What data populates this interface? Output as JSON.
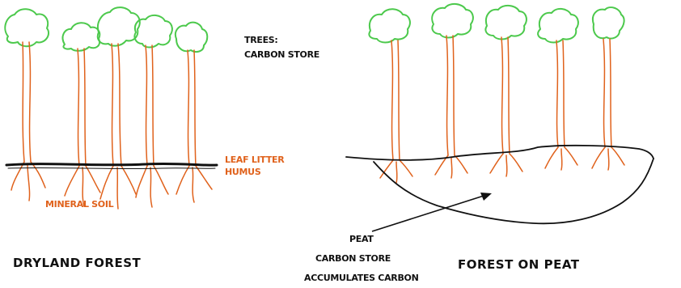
{
  "labels": {
    "trees": "TREES:",
    "trees_carbon": "CARBON STORE",
    "leaf_litter": "LEAF LITTER",
    "humus": "HUMUS",
    "mineral_soil": "MINERAL SOIL",
    "peat": "PEAT",
    "peat_carbon_store": "CARBON STORE",
    "accumulates": "ACCUMULATES CARBON",
    "dryland": "DRYLAND FOREST",
    "forest_on_peat": "FOREST ON PEAT"
  },
  "colors": {
    "canopy": "#4cc94c",
    "trunk": "#e0621c",
    "ground": "#111111",
    "label_orange": "#e0621c",
    "label_black": "#111111"
  }
}
